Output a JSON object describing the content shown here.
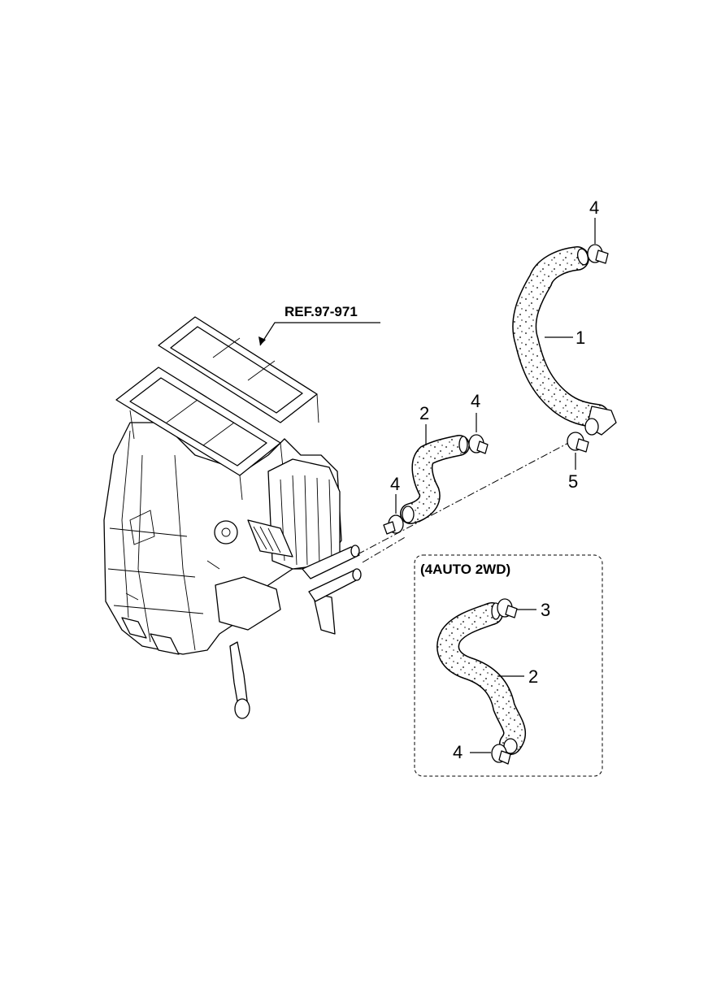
{
  "reference_label": "REF.97-971",
  "variant_box_title": "(4AUTO 2WD)",
  "callouts": {
    "main_hose_1": "1",
    "main_hose_2": "2",
    "main_clamp_top": "4",
    "main_clamp_upper_mid": "4",
    "main_clamp_left": "4",
    "main_clamp_5": "5",
    "variant_clamp_3": "3",
    "variant_hose_2": "2",
    "variant_clamp_4": "4"
  },
  "colors": {
    "line": "#000000",
    "background": "#ffffff"
  }
}
